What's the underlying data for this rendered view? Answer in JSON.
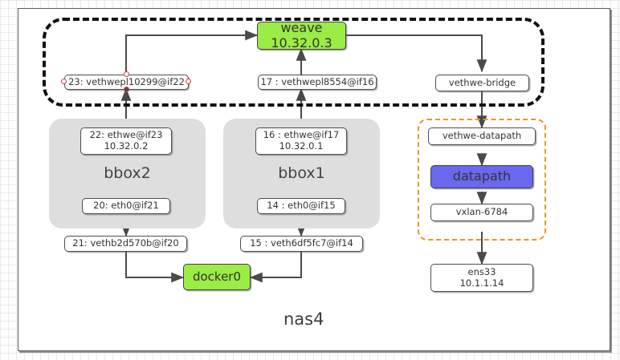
{
  "diagram": {
    "host_label": "nas4",
    "colors": {
      "node_green": "#9bec45",
      "node_blue": "#6a68ef",
      "group_gray": "#dedede",
      "dash_black": "#111111",
      "dash_orange": "#f2921d",
      "node_border": "#4d4d4d",
      "wire": "#4a4a4a",
      "handle": "#c94141"
    },
    "groups": [
      {
        "name": "bbox2",
        "label": "bbox2"
      },
      {
        "name": "bbox1",
        "label": "bbox1"
      }
    ],
    "nodes": {
      "weave": "weave\n10.32.0.3",
      "veth_bbox2_host": "23: vethwepl10299@if22",
      "veth_bbox1_host": "17 : vethwepl8554@if16",
      "vethwe_bridge": "vethwe-bridge",
      "ethwe_bbox2": "22: ethwe@if23\n10.32.0.2",
      "ethwe_bbox1": "16 : ethwe@if17\n10.32.0.1",
      "eth0_bbox2": "20: eth0@if21",
      "eth0_bbox1": "14 : eth0@if15",
      "vethb_bbox2": "21: vethb2d570b@if20",
      "vethb_bbox1": "15 : veth6df5fc7@if14",
      "docker0": "docker0",
      "vethwe_datapath": "vethwe-datapath",
      "datapath": "datapath",
      "vxlan": "vxlan-6784",
      "ens33": "ens33\n10.1.1.14"
    }
  }
}
